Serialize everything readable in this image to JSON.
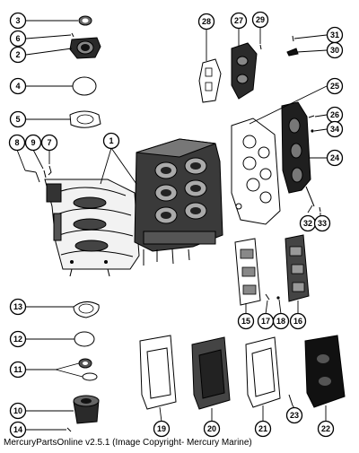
{
  "caption": "MercuryPartsOnline v2.5.1 (Image Copyright- Mercury Marine)",
  "callouts": {
    "c1": "1",
    "c2": "2",
    "c3": "3",
    "c4": "4",
    "c5": "5",
    "c6": "6",
    "c7": "7",
    "c8": "8",
    "c9": "9",
    "c10": "10",
    "c11": "11",
    "c12": "12",
    "c13": "13",
    "c14": "14",
    "c15": "15",
    "c16": "16",
    "c17": "17",
    "c18": "18",
    "c19": "19",
    "c20": "20",
    "c21": "21",
    "c22": "22",
    "c23": "23",
    "c24": "24",
    "c25": "25",
    "c26": "26",
    "c27": "27",
    "c28": "28",
    "c29": "29",
    "c30": "30",
    "c31": "31",
    "c32": "32",
    "c33": "33",
    "c34": "34"
  }
}
